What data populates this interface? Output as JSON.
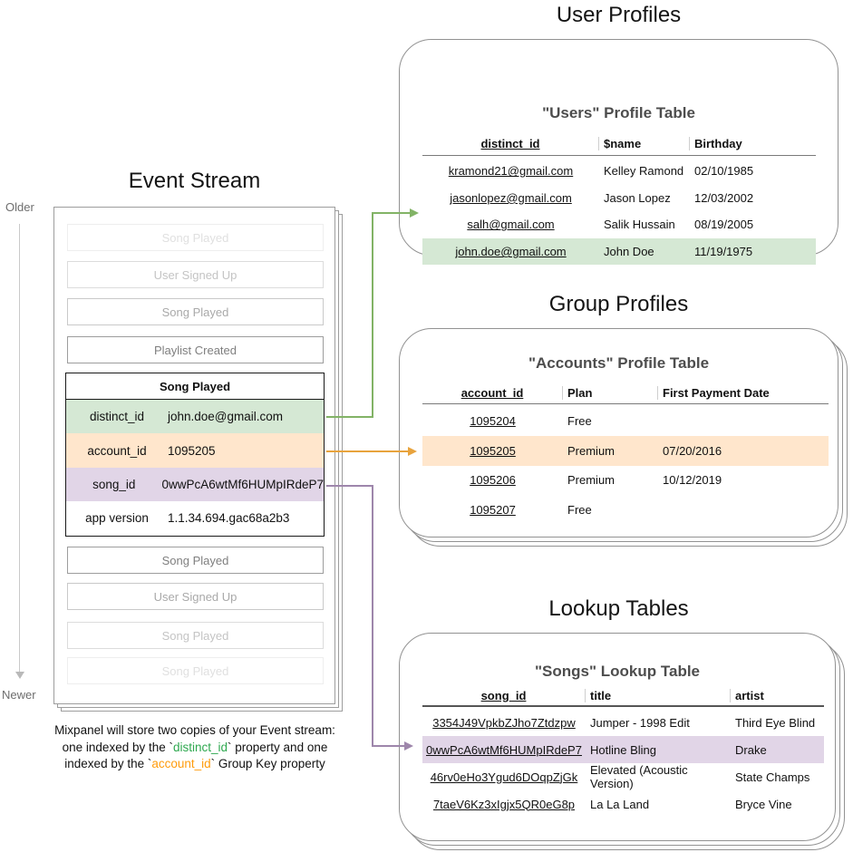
{
  "colors": {
    "green_fill": "#d5e8d4",
    "green_stroke": "#82b366",
    "orange_fill": "#ffe6cc",
    "orange_stroke": "#e8a33d",
    "purple_fill": "#e1d5e7",
    "purple_stroke": "#9e86ab",
    "caption_green": "#2ea84f",
    "caption_orange": "#ff9c0d"
  },
  "event_stream": {
    "title": "Event Stream",
    "older_label": "Older",
    "newer_label": "Newer",
    "events_before": [
      {
        "label": "Song Played"
      },
      {
        "label": "User Signed Up"
      },
      {
        "label": "Song Played"
      },
      {
        "label": "Playlist Created"
      }
    ],
    "active_event": {
      "title": "Song Played",
      "rows": [
        {
          "key": "distinct_id",
          "value": "john.doe@gmail.com"
        },
        {
          "key": "account_id",
          "value": "1095205"
        },
        {
          "key": "song_id",
          "value": "0wwPcA6wtMf6HUMpIRdeP7"
        },
        {
          "key": "app version",
          "value": "1.1.34.694.gac68a2b3"
        }
      ]
    },
    "events_after": [
      {
        "label": "Song Played"
      },
      {
        "label": "User Signed Up"
      },
      {
        "label": "Song Played"
      },
      {
        "label": "Song Played"
      }
    ]
  },
  "caption": {
    "line1": "Mixpanel will store two copies of your Event stream:",
    "line2_pre": "one indexed by the `",
    "line2_code": "distinct_id",
    "line2_post": "` property and one",
    "line3_pre": "indexed by the `",
    "line3_code": "account_id",
    "line3_post": "` Group Key property"
  },
  "user_profiles": {
    "section_title": "User Profiles",
    "table_title": "\"Users\" Profile Table",
    "columns": [
      "distinct_id",
      "$name",
      "Birthday"
    ],
    "rows": [
      [
        "kramond21@gmail.com",
        "Kelley Ramond",
        "02/10/1985"
      ],
      [
        "jasonlopez@gmail.com",
        "Jason Lopez",
        "12/03/2002"
      ],
      [
        "salh@gmail.com",
        "Salik Hussain",
        "08/19/2005"
      ],
      [
        "john.doe@gmail.com",
        "John Doe",
        "11/19/1975"
      ]
    ],
    "highlighted_row": 3
  },
  "group_profiles": {
    "section_title": "Group Profiles",
    "table_title": "\"Accounts\" Profile Table",
    "columns": [
      "account_id",
      "Plan",
      "First Payment Date"
    ],
    "rows": [
      [
        "1095204",
        "Free",
        ""
      ],
      [
        "1095205",
        "Premium",
        "07/20/2016"
      ],
      [
        "1095206",
        "Premium",
        "10/12/2019"
      ],
      [
        "1095207",
        "Free",
        ""
      ]
    ],
    "highlighted_row": 1
  },
  "lookup_tables": {
    "section_title": "Lookup Tables",
    "table_title": "\"Songs\" Lookup Table",
    "columns": [
      "song_id",
      "title",
      "artist"
    ],
    "rows": [
      [
        "3354J49VpkbZJho7Ztdzpw",
        "Jumper - 1998 Edit",
        "Third Eye Blind"
      ],
      [
        "0wwPcA6wtMf6HUMpIRdeP7",
        "Hotline Bling",
        "Drake"
      ],
      [
        "46rv0eHo3Ygud6DOqpZjGk",
        "Elevated (Acoustic Version)",
        "State Champs"
      ],
      [
        "7taeV6Kz3xIgjx5QR0eG8p",
        "La La Land",
        "Bryce Vine"
      ]
    ],
    "highlighted_row": 1
  }
}
